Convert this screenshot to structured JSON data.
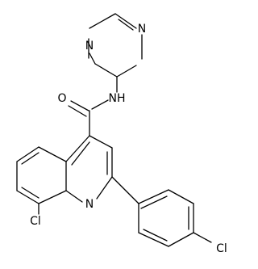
{
  "atom_labels": {
    "n_pyrazine_top": "N",
    "n_pyrazine_bottom": "N",
    "amide_o": "O",
    "amide_nh": "NH",
    "quinoline_n": "N",
    "cl_quinoline": "Cl",
    "cl_phenyl": "Cl"
  },
  "colors": {
    "bond": "#000000",
    "label": "#000000",
    "background": "#ffffff"
  }
}
